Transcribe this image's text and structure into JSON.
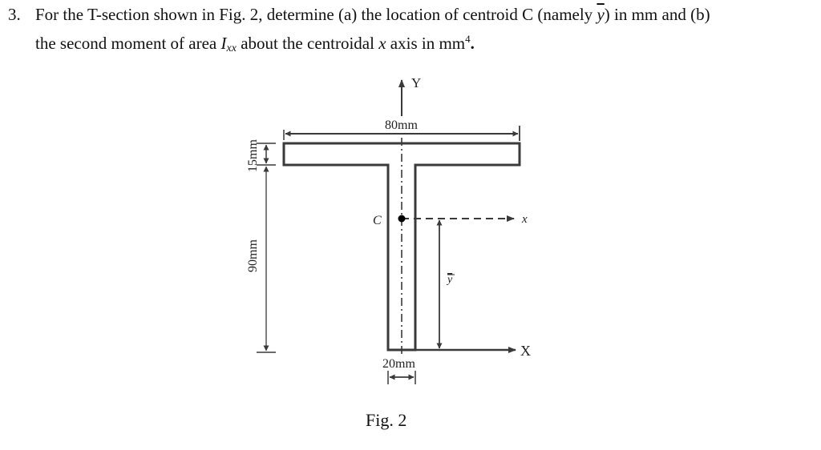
{
  "question": {
    "number": "3.",
    "line1_pre": "For the T-section shown in Fig. 2, determine (a) the location of centroid C (namely ",
    "ybar_symbol": "y",
    "line1_post": ") in mm and (b)",
    "line2_pre": "the second moment of area ",
    "ixx_I": "I",
    "ixx_sub": "xx",
    "line2_mid": " about the centroidal ",
    "x_symbol": "x",
    "line2_post": " axis in mm",
    "line2_sup": "4",
    "line2_end": "."
  },
  "figure": {
    "caption": "Fig. 2",
    "labels": {
      "y_axis": "Y",
      "x_axis": "X",
      "centroid": "C",
      "centroid_axis": "x",
      "ybar": "y",
      "flange_width": "80mm",
      "flange_thickness": "15mm",
      "web_height": "90mm",
      "web_width": "20mm"
    },
    "dimensions_mm": {
      "flange_width": 80,
      "flange_thickness": 15,
      "web_height": 90,
      "web_width": 20
    },
    "line_color": "#3a3a3a"
  }
}
